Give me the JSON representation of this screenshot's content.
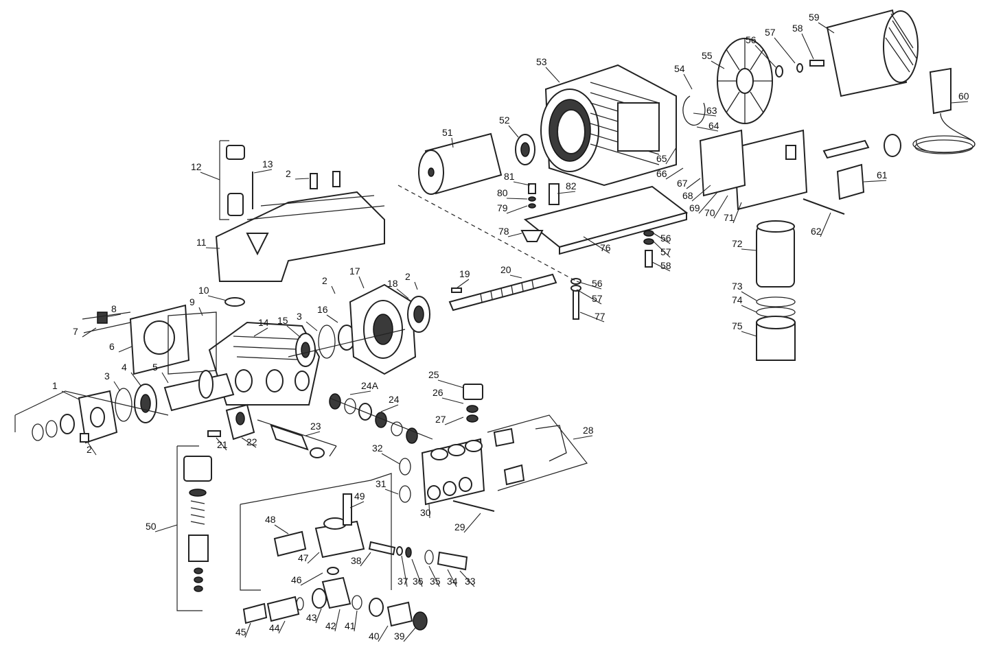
{
  "parts": [
    {
      "id": "p1",
      "label": "1"
    },
    {
      "id": "p2a",
      "label": "2"
    },
    {
      "id": "p3a",
      "label": "3"
    },
    {
      "id": "p4",
      "label": "4"
    },
    {
      "id": "p5",
      "label": "5"
    },
    {
      "id": "p6",
      "label": "6"
    },
    {
      "id": "p7",
      "label": "7"
    },
    {
      "id": "p8",
      "label": "8"
    },
    {
      "id": "p9",
      "label": "9"
    },
    {
      "id": "p10",
      "label": "10"
    },
    {
      "id": "p11",
      "label": "11"
    },
    {
      "id": "p12",
      "label": "12"
    },
    {
      "id": "p13",
      "label": "13"
    },
    {
      "id": "p2b",
      "label": "2"
    },
    {
      "id": "p14",
      "label": "14"
    },
    {
      "id": "p15",
      "label": "15"
    },
    {
      "id": "p3b",
      "label": "3"
    },
    {
      "id": "p16",
      "label": "16"
    },
    {
      "id": "p2c",
      "label": "2"
    },
    {
      "id": "p17",
      "label": "17"
    },
    {
      "id": "p18",
      "label": "18"
    },
    {
      "id": "p2d",
      "label": "2"
    },
    {
      "id": "p19",
      "label": "19"
    },
    {
      "id": "p20",
      "label": "20"
    },
    {
      "id": "p21",
      "label": "21"
    },
    {
      "id": "p22",
      "label": "22"
    },
    {
      "id": "p23",
      "label": "23"
    },
    {
      "id": "p24A",
      "label": "24A"
    },
    {
      "id": "p24",
      "label": "24"
    },
    {
      "id": "p25",
      "label": "25"
    },
    {
      "id": "p26",
      "label": "26"
    },
    {
      "id": "p27",
      "label": "27"
    },
    {
      "id": "p28",
      "label": "28"
    },
    {
      "id": "p29",
      "label": "29"
    },
    {
      "id": "p30",
      "label": "30"
    },
    {
      "id": "p31",
      "label": "31"
    },
    {
      "id": "p32",
      "label": "32"
    },
    {
      "id": "p33",
      "label": "33"
    },
    {
      "id": "p34",
      "label": "34"
    },
    {
      "id": "p35",
      "label": "35"
    },
    {
      "id": "p36",
      "label": "36"
    },
    {
      "id": "p37",
      "label": "37"
    },
    {
      "id": "p38",
      "label": "38"
    },
    {
      "id": "p39",
      "label": "39"
    },
    {
      "id": "p40",
      "label": "40"
    },
    {
      "id": "p41",
      "label": "41"
    },
    {
      "id": "p42",
      "label": "42"
    },
    {
      "id": "p43",
      "label": "43"
    },
    {
      "id": "p44",
      "label": "44"
    },
    {
      "id": "p45",
      "label": "45"
    },
    {
      "id": "p46",
      "label": "46"
    },
    {
      "id": "p47",
      "label": "47"
    },
    {
      "id": "p48",
      "label": "48"
    },
    {
      "id": "p49",
      "label": "49"
    },
    {
      "id": "p50",
      "label": "50"
    },
    {
      "id": "p51",
      "label": "51"
    },
    {
      "id": "p52",
      "label": "52"
    },
    {
      "id": "p53",
      "label": "53"
    },
    {
      "id": "p54",
      "label": "54"
    },
    {
      "id": "p55",
      "label": "55"
    },
    {
      "id": "p56a",
      "label": "56"
    },
    {
      "id": "p57a",
      "label": "57"
    },
    {
      "id": "p58a",
      "label": "58"
    },
    {
      "id": "p59",
      "label": "59"
    },
    {
      "id": "p60",
      "label": "60"
    },
    {
      "id": "p61",
      "label": "61"
    },
    {
      "id": "p62",
      "label": "62"
    },
    {
      "id": "p63",
      "label": "63"
    },
    {
      "id": "p64",
      "label": "64"
    },
    {
      "id": "p65",
      "label": "65"
    },
    {
      "id": "p66",
      "label": "66"
    },
    {
      "id": "p67",
      "label": "67"
    },
    {
      "id": "p68",
      "label": "68"
    },
    {
      "id": "p69",
      "label": "69"
    },
    {
      "id": "p70",
      "label": "70"
    },
    {
      "id": "p71",
      "label": "71"
    },
    {
      "id": "p72",
      "label": "72"
    },
    {
      "id": "p73",
      "label": "73"
    },
    {
      "id": "p74",
      "label": "74"
    },
    {
      "id": "p75",
      "label": "75"
    },
    {
      "id": "p76",
      "label": "76"
    },
    {
      "id": "p77",
      "label": "77"
    },
    {
      "id": "p56b",
      "label": "56"
    },
    {
      "id": "p57b",
      "label": "57"
    },
    {
      "id": "p56c",
      "label": "56"
    },
    {
      "id": "p57c",
      "label": "57"
    },
    {
      "id": "p58b",
      "label": "58"
    },
    {
      "id": "p78",
      "label": "78"
    },
    {
      "id": "p79",
      "label": "79"
    },
    {
      "id": "p80",
      "label": "80"
    },
    {
      "id": "p81",
      "label": "81"
    },
    {
      "id": "p82",
      "label": "82"
    }
  ]
}
